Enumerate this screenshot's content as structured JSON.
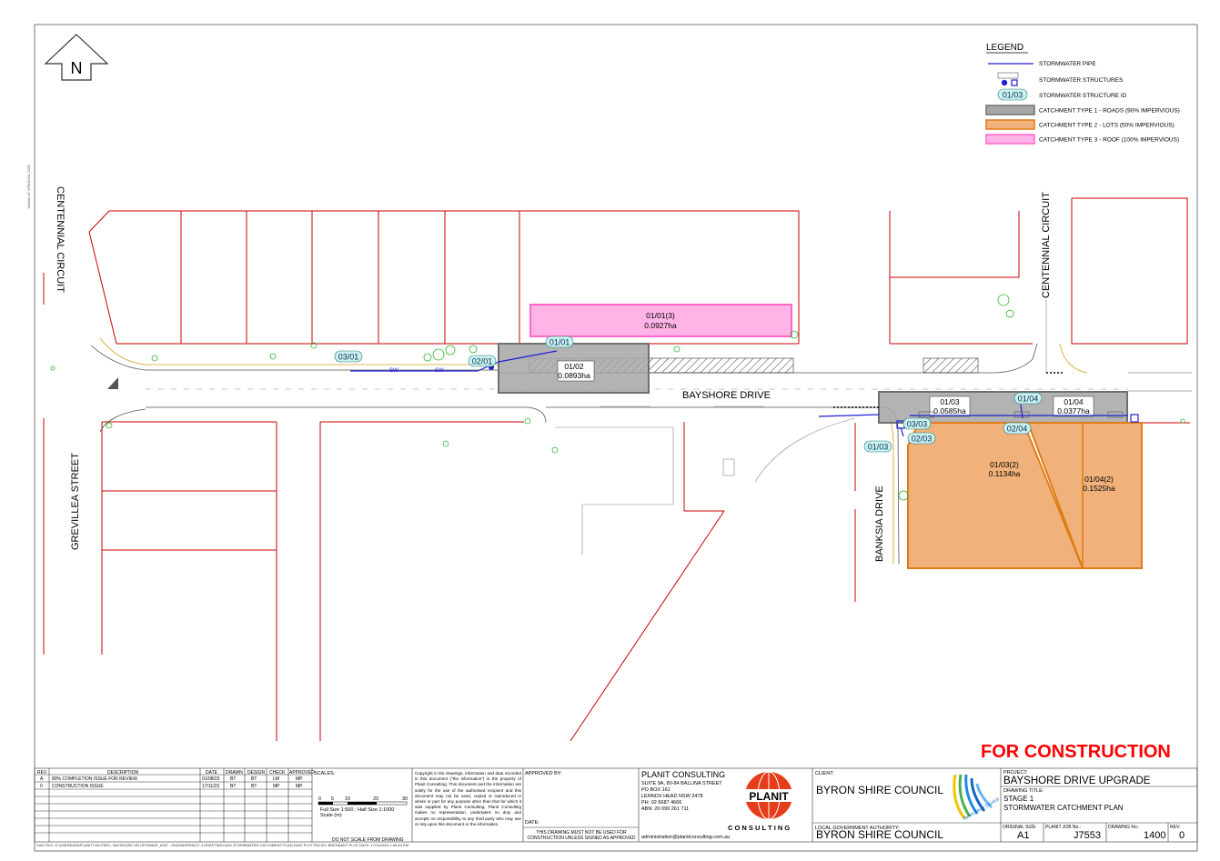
{
  "north_label": "N",
  "legend": {
    "title": "LEGEND",
    "items": [
      "STORMWATER PIPE",
      "STORMWATER STRUCTURES",
      "STORMWATER STRUCTURE ID",
      "CATCHMENT TYPE 1 - ROADS (90% IMPERVIOUS)",
      "CATCHMENT TYPE 2 - LOTS (50% IMPERVIOUS)",
      "CATCHMENT TYPE 3 - ROOF (100% IMPERVIOUS)"
    ],
    "id_sample": "01/03",
    "colors": {
      "pipe": "#1f1fd6",
      "roads": "#a6a6a6",
      "lots": "#f0b27a",
      "lots_border": "#e07b16",
      "roof": "#ffb3e6",
      "roof_border": "#ff66cc",
      "boundary": "#cc0000"
    }
  },
  "streets": {
    "centennial_left": "CENTENNIAL CIRCUIT",
    "centennial_right": "CENTENNIAL CIRCUIT",
    "grevillea": "GREVILLEA STREET",
    "bayshore": "BAYSHORE DRIVE",
    "banksia": "BANKSIA DRIVE"
  },
  "catchments": [
    {
      "id": "01/01(3)",
      "area": "0.0927ha"
    },
    {
      "id": "01/02",
      "area": "0.0893ha"
    },
    {
      "id": "01/03",
      "area": "0.0585ha"
    },
    {
      "id": "01/04",
      "area": "0.0377ha"
    },
    {
      "id": "01/03(2)",
      "area": "0.1134ha"
    },
    {
      "id": "01/04(2)",
      "area": "0.1525ha"
    }
  ],
  "structure_ids": [
    "01/01",
    "02/01",
    "03/01",
    "01/04",
    "02/04",
    "03/03",
    "02/03",
    "01/03"
  ],
  "pipe_label": "SW",
  "stamp": "FOR CONSTRUCTION",
  "title_block": {
    "rev_headers": [
      "REV",
      "DESCRIPTION",
      "DATE",
      "DRAWN",
      "DESIGN",
      "CHECK",
      "APPROVED"
    ],
    "rev_rows": [
      [
        "A",
        "80% COMPLETION ISSUE FOR REVIEW",
        "01/08/23",
        "BT",
        "BT",
        "LW",
        "MP"
      ],
      [
        "0",
        "CONSTRUCTION ISSUE",
        "17/11/23",
        "BT",
        "BT",
        "MP",
        "MP"
      ]
    ],
    "scales_label": "SCALES:",
    "scale_ticks": [
      "0",
      "5",
      "10",
      "20",
      "30"
    ],
    "scale_text": "Full Size 1:500 ; Half Size 1:1000",
    "scale_unit": "Scale (m)",
    "do_not_scale": "DO NOT SCALE FROM DRAWING",
    "copyright": "Copyright in the drawings, information and data recorded in this document (\"the information\") is the property of Planit Consulting. This document and the information are solely for the use of the authorised recipient and this document may not be used, copied or reproduced in whole or part for any purpose other than that for which it was supplied by Planit Consulting. Planit Consulting makes no representation, undertakes no duty and accepts no responsibility to any third party who may use or rely upon this document or the information.",
    "approved_by": "APPROVED BY:",
    "date_label": "DATE:",
    "not_for_construction": "THIS DRAWING MUST NOT BE USED FOR CONSTRUCTION UNLESS SIGNED AS APPROVED",
    "company": "PLANIT CONSULTING",
    "address": [
      "SUITE 9A, 80-84 BALLINA STREET",
      "PO BOX 161",
      "LENNOX HEAD NSW 2478",
      "PH: 02 6687 4666",
      "ABN: 20 099 261 711"
    ],
    "email": "administration@planitconsulting.com.au",
    "logo_text": "PLANIT",
    "logo_sub": "C O N S U L T I N G",
    "client_label": "CLIENT:",
    "client": "BYRON SHIRE COUNCIL",
    "lga_label": "LOCAL GOVERNMENT AUTHORITY:",
    "lga": "BYRON SHIRE COUNCIL",
    "council_logo_text": "Byron Shire Council",
    "project_label": "PROJECT:",
    "project": "BAYSHORE DRIVE UPGRADE",
    "drawing_title_label": "DRAWING TITLE:",
    "drawing_title_1": "STAGE 1",
    "drawing_title_2": "STORMWATER CATCHMENT PLAN",
    "original_size_label": "ORIGINAL SIZE:",
    "original_size": "A1",
    "job_label": "PLANIT JOB No.:",
    "job": "J7553",
    "drawing_no_label": "DRAWING No.:",
    "drawing_no": "1400",
    "rev_label": "REV:",
    "rev": "0",
    "cad_file": "CAD FILE: G:\\USERDATA\\PLANIT\\YN\\J7553 - BAYSHORE DR UPGRADE_6067 - ENGINEERING\\7.4 DRAFTING\\1400 STORMWATER CATCHMENT PLAN.DWG PLOTTED BY: BRENDANT PLOT DATE: 17/11/2023 1:46:54 PM",
    "side_note": "100mm AT ORIGINAL SIZE"
  }
}
